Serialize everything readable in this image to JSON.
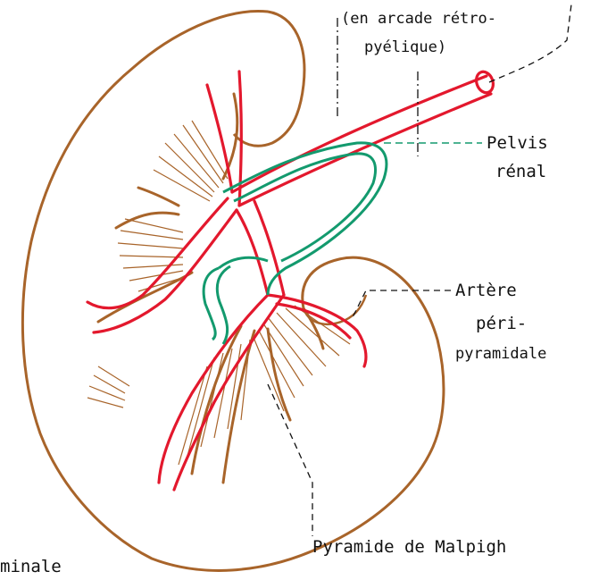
{
  "labels": {
    "arcade_line1": "(en arcade rétro-",
    "arcade_line2": "pyélique)",
    "pelvis_line1": "Pelvis",
    "pelvis_line2": "rénal",
    "artere_line1": "Artère",
    "artere_line2": "péri-",
    "artere_line3": "pyramidale",
    "pyramide": "Pyramide de Malpigh",
    "terminale_fragment": "minale"
  },
  "colors": {
    "capsule": "#a8642a",
    "artery": "#e3182d",
    "pelvis": "#139a6e",
    "text": "#111111"
  }
}
